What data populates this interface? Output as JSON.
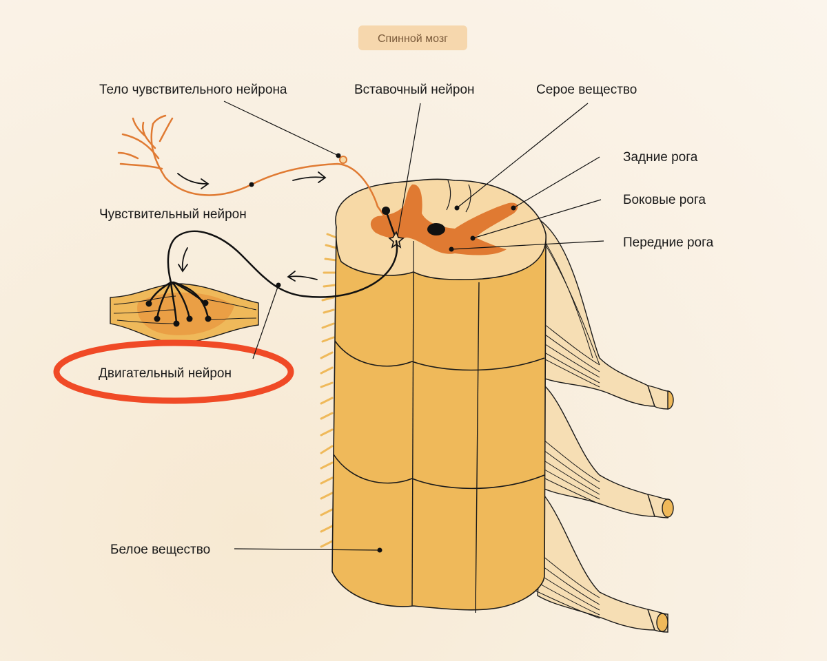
{
  "title": "Спинной мозг",
  "labels": {
    "sensory_body": "Тело чувствительного нейрона",
    "interneuron": "Вставочный нейрон",
    "gray_matter": "Серое вещество",
    "posterior_horns": "Задние рога",
    "lateral_horns": "Боковые рога",
    "anterior_horns": "Передние рога",
    "sensory_neuron": "Чувствительный нейрон",
    "motor_neuron": "Двигательный нейрон",
    "white_matter": "Белое вещество"
  },
  "colors": {
    "white_matter": "#efb95a",
    "cross_section": "#f7d9a6",
    "gray_matter": "#e07a32",
    "sensory_neuron": "#e07a32",
    "motor_neuron": "#111111",
    "highlight_ring": "#f04a26",
    "nerve_root": "#f6deb4",
    "title_badge": "#f6d7ad"
  }
}
